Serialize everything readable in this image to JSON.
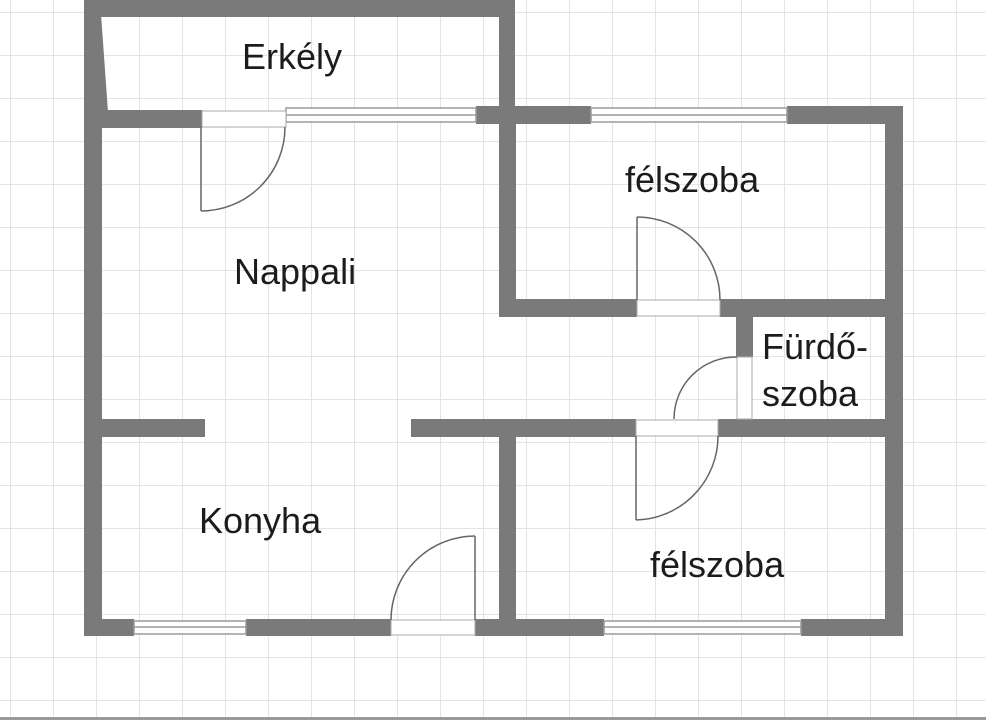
{
  "rooms": {
    "balcony": "Erkély",
    "living_room": "Nappali",
    "half_room_top": "félszoba",
    "bathroom_line1": "Fürdő-",
    "bathroom_line2": "szoba",
    "kitchen": "Konyha",
    "half_room_bottom": "félszoba"
  },
  "colors": {
    "wall": "#7a7a7a",
    "grid": "#e4e4e4",
    "door_line": "#666666",
    "window_frame": "#9a9a9a"
  }
}
